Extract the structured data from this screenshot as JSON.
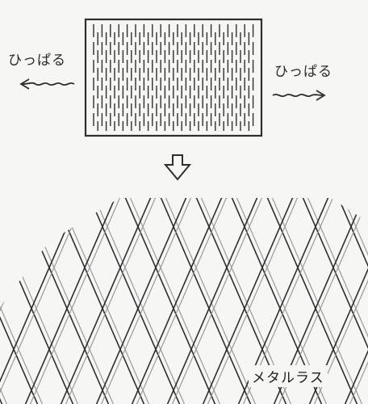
{
  "labels": {
    "pull_left": "ひっぱる",
    "pull_right": "ひっぱる",
    "caption": "メタルラス"
  },
  "colors": {
    "ink": "#2e2e2e",
    "light_ink": "#9a9a9a",
    "paper": "#f6f6f4"
  }
}
